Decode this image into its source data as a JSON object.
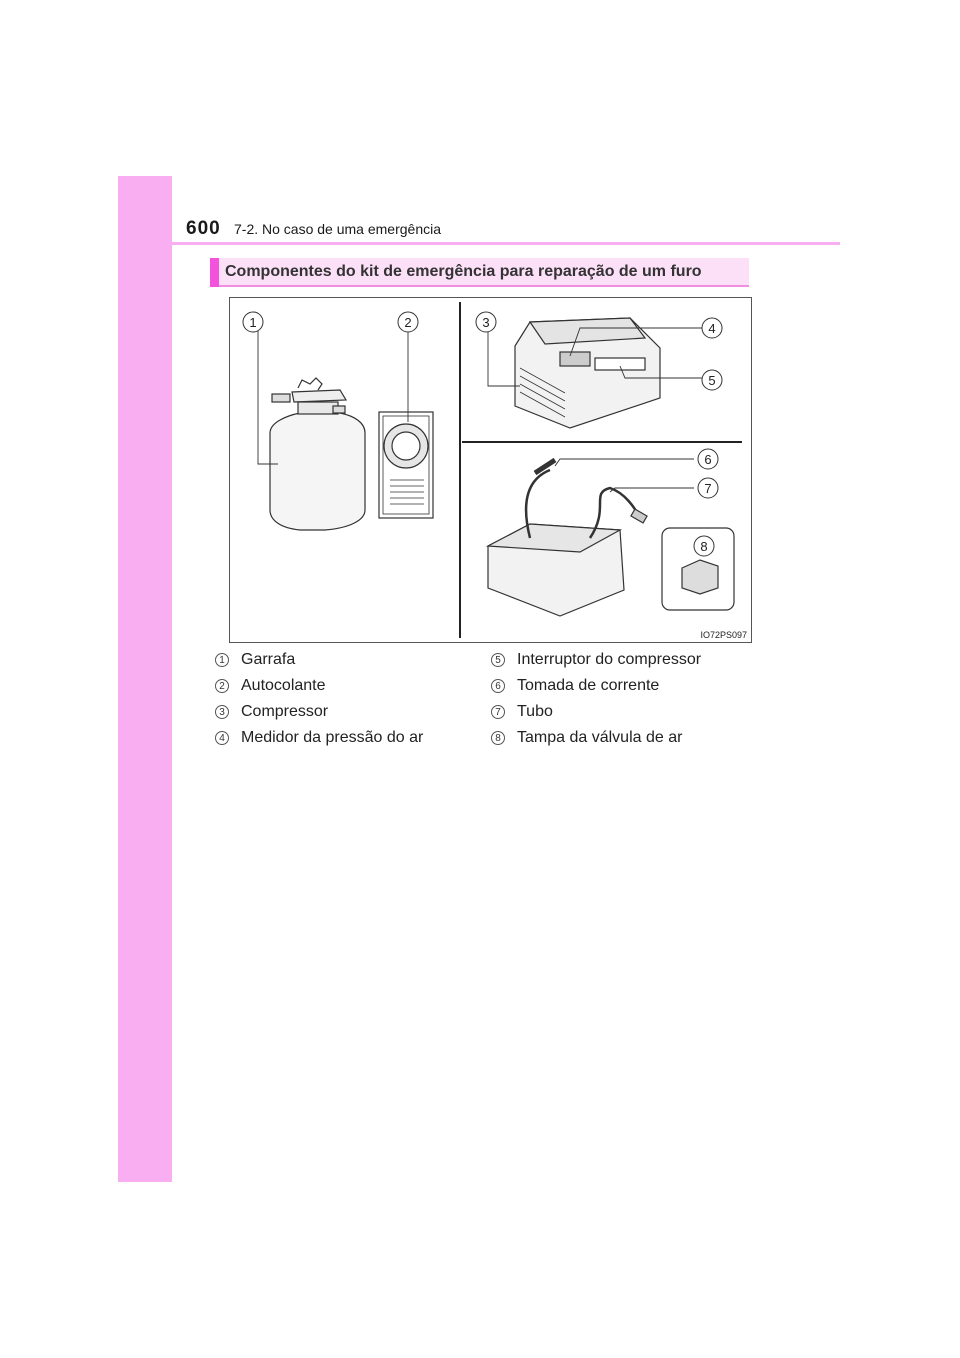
{
  "header": {
    "page_number": "600",
    "section": "7-2. No caso de uma emergência"
  },
  "heading": "Componentes do kit de emergência para reparação de um furo",
  "figure": {
    "code": "IO72PS097",
    "callouts": [
      "1",
      "2",
      "3",
      "4",
      "5",
      "6",
      "7",
      "8"
    ]
  },
  "legend": [
    {
      "num": "1",
      "label": "Garrafa"
    },
    {
      "num": "2",
      "label": "Autocolante"
    },
    {
      "num": "3",
      "label": "Compressor"
    },
    {
      "num": "4",
      "label": "Medidor da pressão do ar"
    },
    {
      "num": "5",
      "label": "Interruptor do compressor"
    },
    {
      "num": "6",
      "label": "Tomada de corrente"
    },
    {
      "num": "7",
      "label": "Tubo"
    },
    {
      "num": "8",
      "label": "Tampa da válvula de ar"
    }
  ]
}
